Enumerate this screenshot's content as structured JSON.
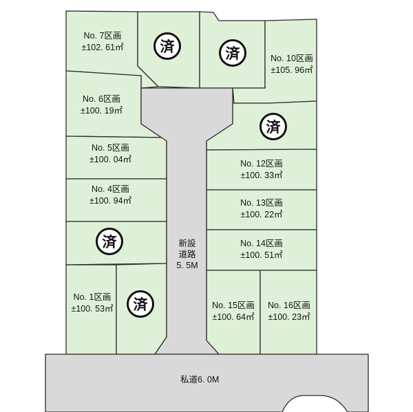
{
  "lots": {
    "no7": {
      "name": "No. 7区画",
      "area": "±102. 61㎡"
    },
    "no6": {
      "name": "No. 6区画",
      "area": "±100. 19㎡"
    },
    "no5": {
      "name": "No. 5区画",
      "area": "±100. 04㎡"
    },
    "no4": {
      "name": "No. 4区画",
      "area": "±100. 94㎡"
    },
    "no1": {
      "name": "No. 1区画",
      "area": "±100. 53㎡"
    },
    "no10": {
      "name": "No. 10区画",
      "area": "±105. 96㎡"
    },
    "no12": {
      "name": "No. 12区画",
      "area": "±100. 33㎡"
    },
    "no13": {
      "name": "No. 13区画",
      "area": "±100. 22㎡"
    },
    "no14": {
      "name": "No. 14区画",
      "area": "±100. 51㎡"
    },
    "no15": {
      "name": "No. 15区画",
      "area": "±100. 64㎡"
    },
    "no16": {
      "name": "No. 16区画",
      "area": "±100. 23㎡"
    }
  },
  "sold_mark": "済",
  "roads": {
    "new_road_line1": "新設",
    "new_road_line2": "道路",
    "new_road_line3": "5. 5M",
    "private_road": "私道6. 0M"
  },
  "colors": {
    "lot_fill": "#dff0d8",
    "road_fill": "#d9d9d9",
    "outline": "#2b2b2b"
  }
}
